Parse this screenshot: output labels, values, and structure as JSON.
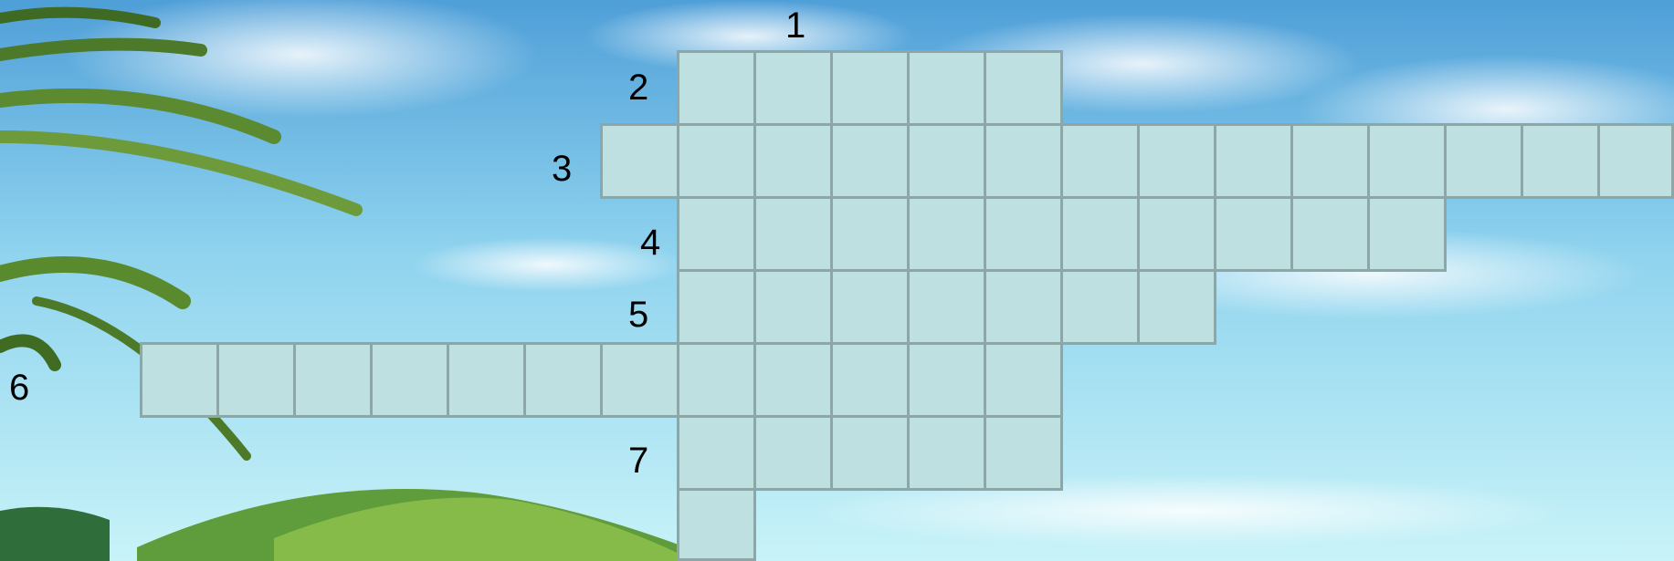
{
  "puzzle": {
    "clue_numbers": [
      "1",
      "2",
      "3",
      "4",
      "5",
      "6",
      "7"
    ],
    "rows": [
      {
        "number": "2",
        "cells": 5
      },
      {
        "number": "3",
        "cells": 14
      },
      {
        "number": "4",
        "cells": 10
      },
      {
        "number": "5",
        "cells": 7
      },
      {
        "number": "6",
        "cells": 12
      },
      {
        "number": "7",
        "cells": 5
      }
    ]
  },
  "colors": {
    "cell_fill": "#bfe0e0",
    "cell_border": "#8fa6a6",
    "sky_top": "#5aa6dc",
    "sky_bottom": "#c9f2f7"
  }
}
